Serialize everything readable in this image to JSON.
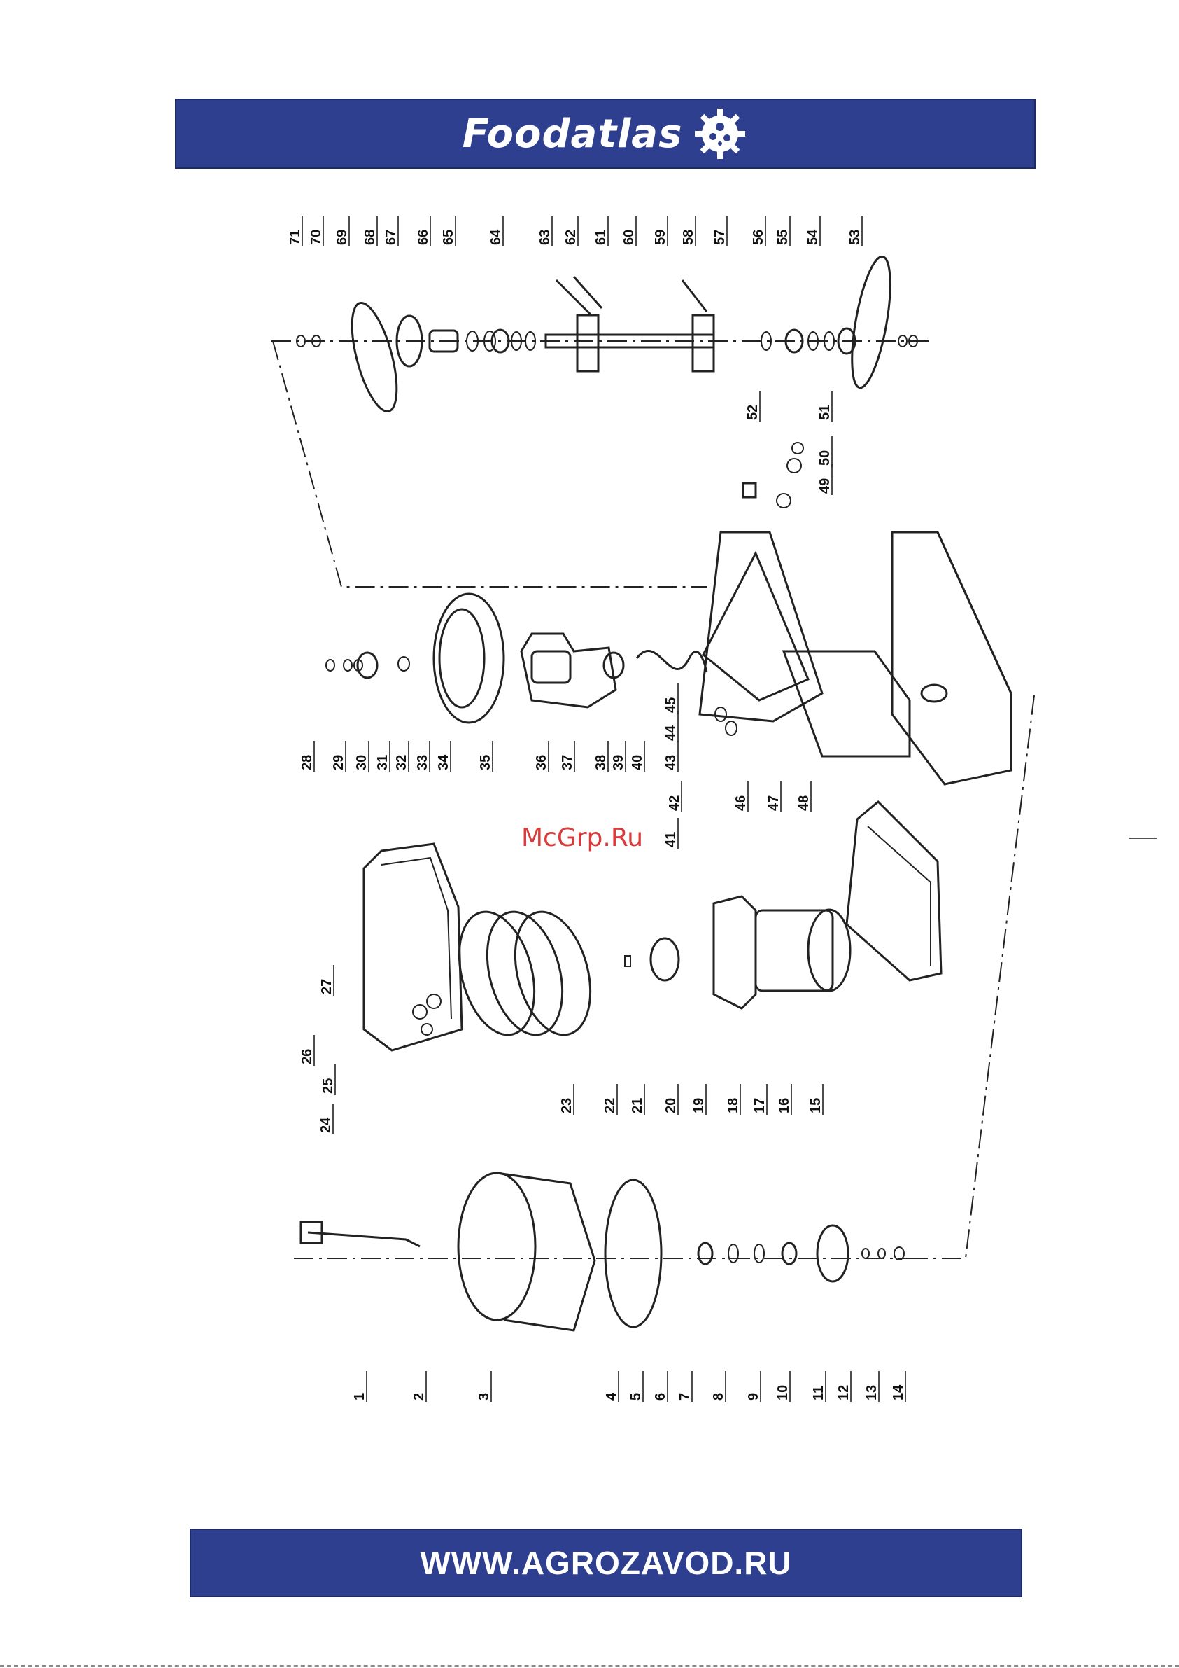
{
  "header": {
    "brand": "Foodatlas",
    "logo_icon": "gear-icon"
  },
  "footer": {
    "url": "WWW.AGROZAVOD.RU"
  },
  "watermark": "McGrp.Ru",
  "colors": {
    "banner": "#2f3f8f",
    "watermark": "#d93a3a"
  },
  "callouts": [
    "1",
    "2",
    "3",
    "4",
    "5",
    "6",
    "7",
    "8",
    "9",
    "10",
    "11",
    "12",
    "13",
    "14",
    "15",
    "16",
    "17",
    "18",
    "19",
    "20",
    "21",
    "22",
    "23",
    "24",
    "25",
    "26",
    "27",
    "28",
    "29",
    "30",
    "31",
    "32",
    "33",
    "34",
    "35",
    "36",
    "37",
    "38",
    "39",
    "40",
    "41",
    "42",
    "43",
    "44",
    "45",
    "46",
    "47",
    "48",
    "49",
    "50",
    "51",
    "52",
    "53",
    "54",
    "55",
    "56",
    "57",
    "58",
    "59",
    "60",
    "61",
    "62",
    "63",
    "64",
    "65",
    "66",
    "67",
    "68",
    "69",
    "70",
    "71"
  ]
}
